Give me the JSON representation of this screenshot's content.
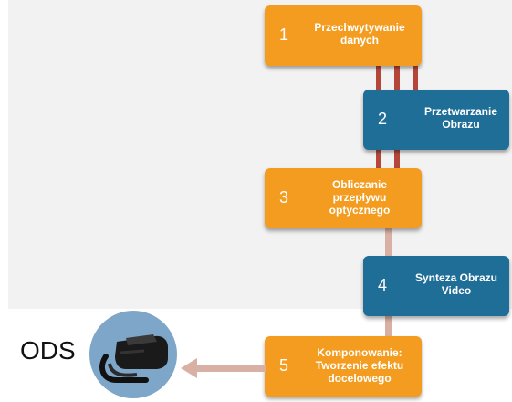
{
  "steps": [
    {
      "number": "1",
      "label": "Przechwytywanie\ndanych",
      "color": "#f39c1f"
    },
    {
      "number": "2",
      "label": "Przetwarzanie\nObrazu",
      "color": "#1f6e98"
    },
    {
      "number": "3",
      "label": "Obliczanie\nprzepływu\noptycznego",
      "color": "#f39c1f"
    },
    {
      "number": "4",
      "label": "Synteza Obrazu\nVideo",
      "color": "#1f6e98"
    },
    {
      "number": "5",
      "label": "Komponowanie:\nTworzenie efektu\ndocelowego",
      "color": "#f39c1f"
    }
  ],
  "output": {
    "label": "ODS",
    "icon": "vr-headset-icon"
  },
  "colors": {
    "orange": "#f39c1f",
    "blue": "#1f6e98",
    "connector_dark": "#b5473a",
    "connector_light": "#d9b1a4",
    "headset_circle": "#7da6c9"
  }
}
